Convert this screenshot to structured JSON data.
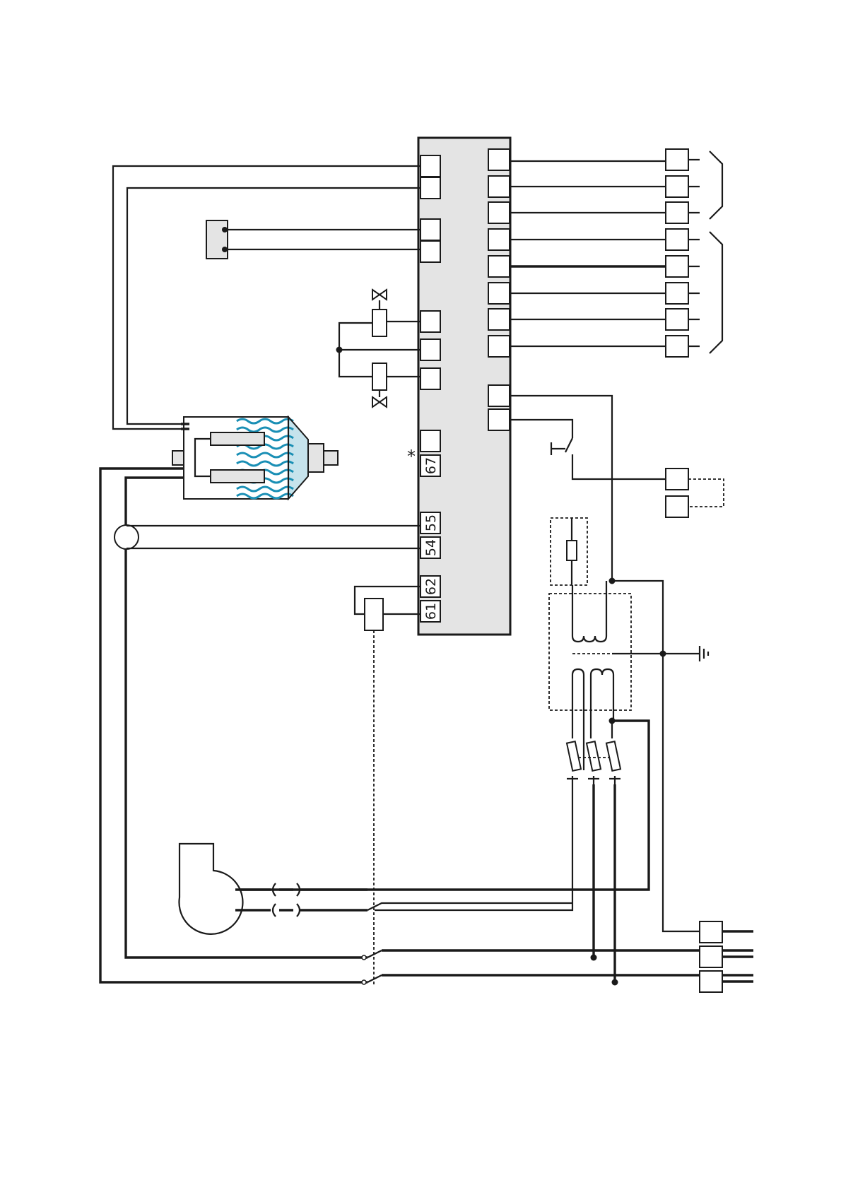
{
  "controller": {
    "labeled_terminals": [
      {
        "id": "t67",
        "label": "67"
      },
      {
        "id": "t55",
        "label": "55"
      },
      {
        "id": "t54",
        "label": "54"
      },
      {
        "id": "t62",
        "label": "62"
      },
      {
        "id": "t61",
        "label": "61"
      }
    ],
    "star_note": "*"
  },
  "colors": {
    "controller_fill": "#e4e4e4",
    "line": "#1a1a1a",
    "water": "#1a8fb5"
  },
  "icons": [
    "humidifier-cylinder-icon",
    "solenoid-valve-icon",
    "fan-blower-icon",
    "ground-icon",
    "fuse-icon",
    "transformer-icon",
    "contactor-switch-icon",
    "current-transformer-icon",
    "push-button-icon"
  ]
}
